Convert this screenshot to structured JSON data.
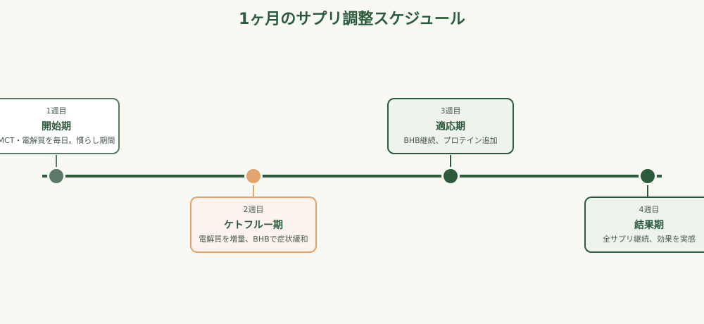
{
  "title": "1ヶ月のサプリ調整スケジュール",
  "colors": {
    "background": "#f9f9f4",
    "primary": "#2d5a3d",
    "week1": "#5a7a65",
    "week2": "#e3a36b",
    "week3": "#2d5a3d",
    "week4": "#2d5a3d"
  },
  "milestones": [
    {
      "week": "1週目",
      "phase": "開始期",
      "description": "MCT・電解質を毎日。慣らし期間"
    },
    {
      "week": "2週目",
      "phase": "ケトフルー期",
      "description": "電解質を増量、BHBで症状緩和"
    },
    {
      "week": "3週目",
      "phase": "適応期",
      "description": "BHB継続、プロテイン追加"
    },
    {
      "week": "4週目",
      "phase": "結果期",
      "description": "全サプリ継続、効果を実感"
    }
  ]
}
